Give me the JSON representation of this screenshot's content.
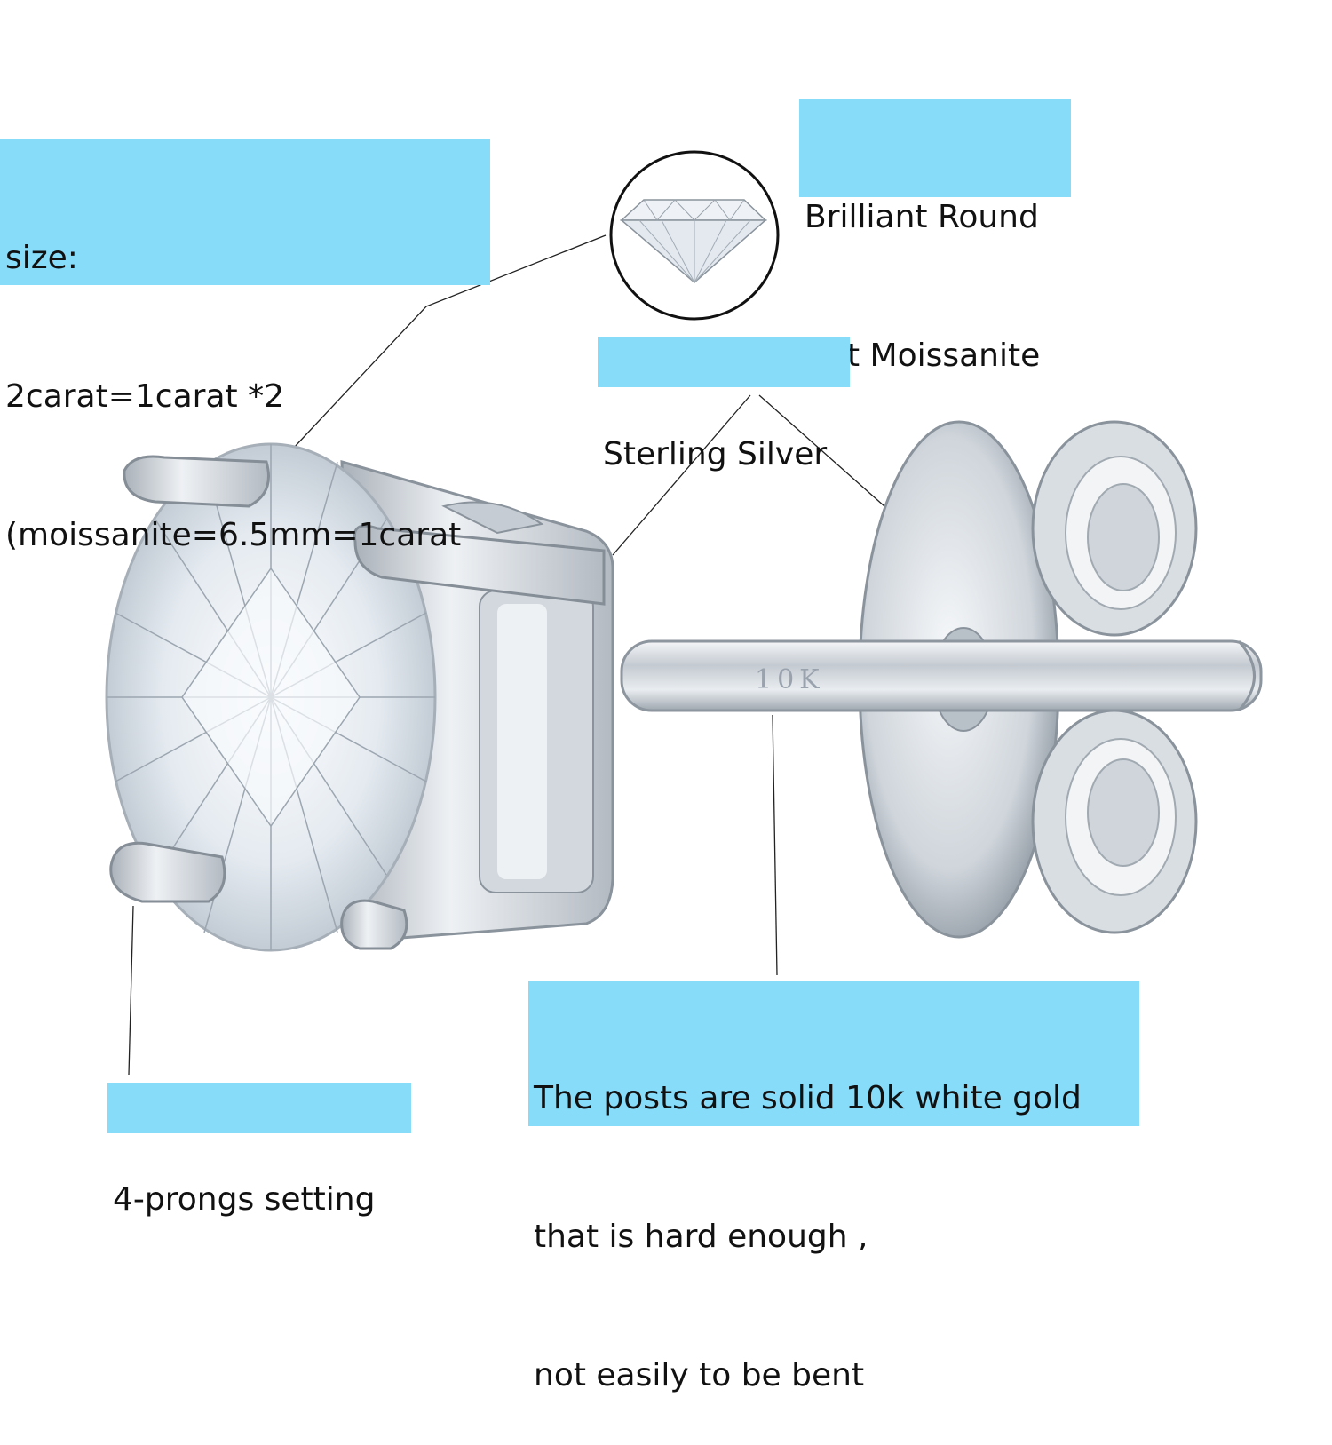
{
  "labels": {
    "size": {
      "line1": "size:",
      "line2": "2carat=1carat *2",
      "line3": "(moissanite=6.5mm=1carat"
    },
    "cut": {
      "line1": "Brilliant Round",
      "line2": "Cut Moissanite"
    },
    "metal": "Sterling Silver",
    "setting": "4-prongs setting",
    "posts": {
      "line1": "The posts are solid 10k white gold",
      "line2": "that is hard enough ,",
      "line3": "not easily to be bent"
    }
  },
  "post_stamp": "10K",
  "colors": {
    "label_background": "#87dcfa",
    "metal": "#c9ced4",
    "stone": "#eef3f8"
  }
}
